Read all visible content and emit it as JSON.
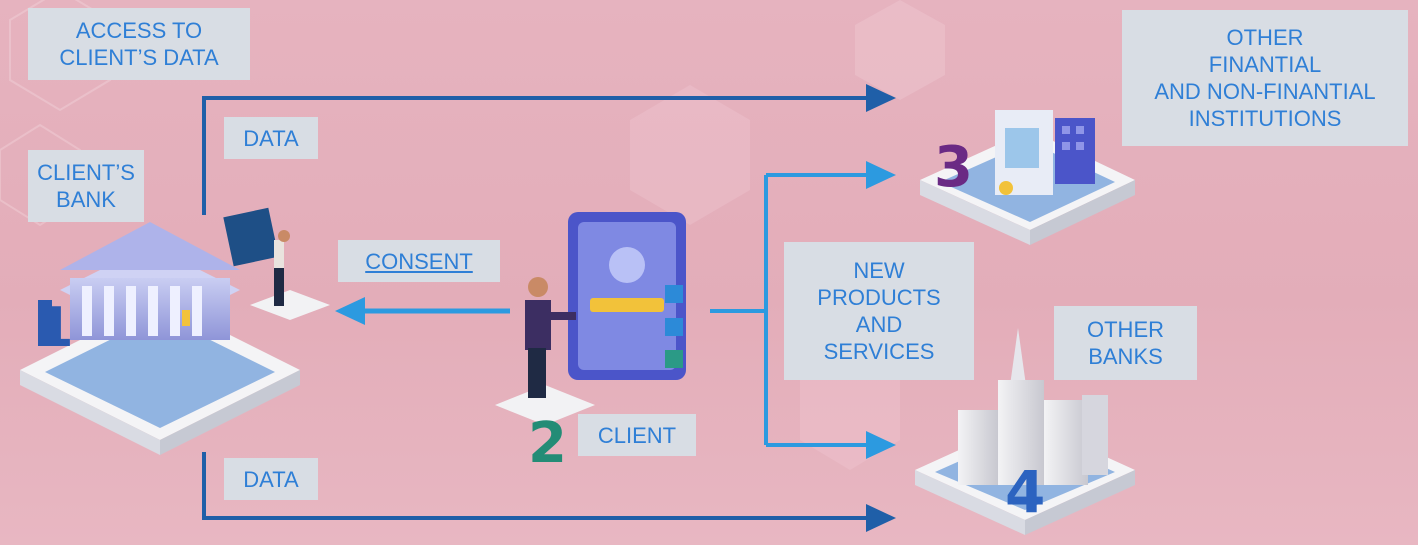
{
  "labels": {
    "access": "ACCESS TO\nCLIENT’S DATA",
    "client_bank": "CLIENT’S\nBANK",
    "data_top": "DATA",
    "data_bottom": "DATA",
    "consent": "CONSENT",
    "client": "CLIENT",
    "new_products": "NEW\nPRODUCTS\nAND\nSERVICES",
    "other_banks": "OTHER\nBANKS",
    "other_institutions": "OTHER\nFINANTIAL\nAND NON-FINANTIAL\nINSTITUTIONS"
  },
  "markers": {
    "bank": "1",
    "client": "2",
    "institutions": "3",
    "other_banks": "4"
  },
  "colors": {
    "dark_arrow": "#1f5fa8",
    "light_arrow": "#2c9ae0",
    "label_text": "#2f7fd6",
    "label_bg": "#d8dde4"
  }
}
